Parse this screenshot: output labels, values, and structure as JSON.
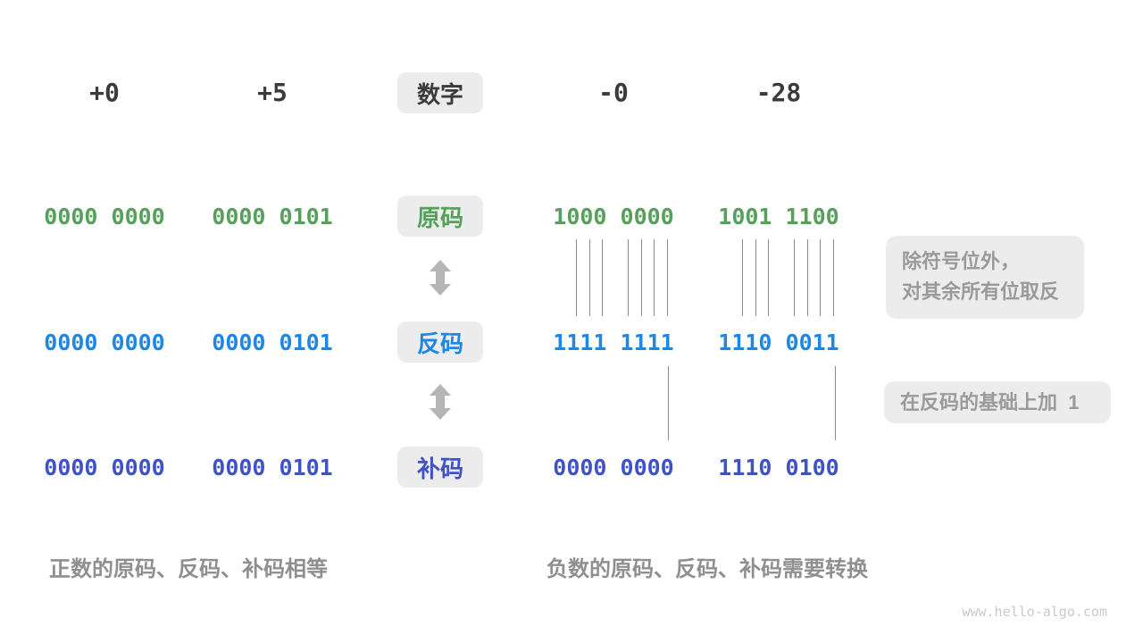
{
  "header": {
    "cols": [
      "+0",
      "+5",
      "-0",
      "-28"
    ],
    "label": "数字"
  },
  "rows": [
    {
      "id": "sign-magnitude",
      "label": "原码",
      "values": [
        "0000 0000",
        "0000 0101",
        "1000 0000",
        "1001 1100"
      ]
    },
    {
      "id": "ones-complement",
      "label": "反码",
      "values": [
        "0000 0000",
        "0000 0101",
        "1111 1111",
        "1110 0011"
      ]
    },
    {
      "id": "twos-complement",
      "label": "补码",
      "values": [
        "0000 0000",
        "0000 0101",
        "0000 0000",
        "1110 0100"
      ]
    }
  ],
  "annotations": {
    "flip_line1": "除符号位外，",
    "flip_line2": "对其余所有位取反",
    "add_one": "在反码的基础上加  1"
  },
  "captions": {
    "positive": "正数的原码、反码、补码相等",
    "negative": "负数的原码、反码、补码需要转换"
  },
  "watermark": "www.hello-algo.com",
  "colors": {
    "header_text": "#3b3b3b",
    "sign_magnitude": "#56a05c",
    "ones_complement": "#1d87e5",
    "twos_complement": "#4052c8",
    "caption_gray": "#8f8f8f",
    "note_gray": "#9a9a9a",
    "box_bg": "#ececec",
    "arrow_gray": "#b5b5b5",
    "tick_gray": "#8c8c8c"
  }
}
